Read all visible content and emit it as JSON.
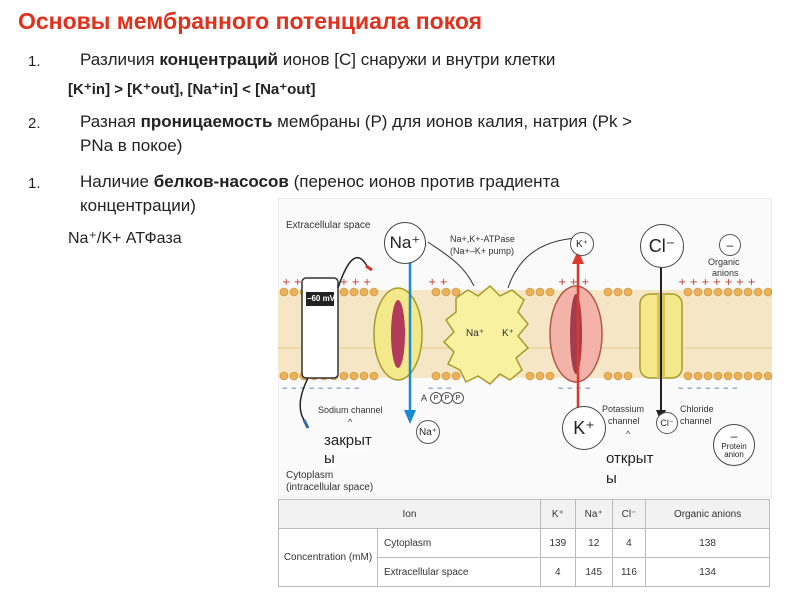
{
  "title": "Основы мембранного потенциала покоя",
  "points": [
    {
      "num": "1.",
      "prefix": "Различия ",
      "bold": "концентраций",
      "suffix": " ионов [C] снаружи и внутри клетки"
    },
    {
      "num": "2.",
      "prefix": "Разная ",
      "bold": "проницаемость",
      "suffix": " мембраны (P) для ионов калия, натрия (Pk >",
      "line2": "PNa в покое)"
    },
    {
      "num": "1.",
      "prefix": "Наличие ",
      "bold": "белков-насосов",
      "suffix": " (перенос ионов против градиента",
      "line2": "концентрации)"
    }
  ],
  "formula": "[K⁺in] > [K⁺out], [Na⁺in] < [Na⁺out]",
  "pump_label": "Na⁺/K+ АТФаза",
  "diagram": {
    "extracellular": "Extracellular space",
    "cytoplasm_1": "Cytoplasm",
    "cytoplasm_2": "(intracellular space)",
    "voltage": "–60 mV",
    "na_ion": "Na⁺",
    "k_ion": "K⁺",
    "cl_ion": "Cl⁻",
    "organic_sign": "–",
    "organic_1": "Organic",
    "organic_2": "anions",
    "pump_1": "Na+,K+-ATPase",
    "pump_2": "(Na+–K+ pump)",
    "pump_na": "Na⁺",
    "pump_k": "K⁺",
    "sodium_channel": "Sodium channel",
    "potassium_1": "Potassium",
    "potassium_2": "channel",
    "chloride_1": "Chloride",
    "chloride_2": "channel",
    "protein_sign": "–",
    "protein_1": "Protein",
    "protein_2": "anion",
    "atp_a": "A",
    "atp_p": "P",
    "k_small": "K⁺",
    "na_small": "Na⁺",
    "cl_small": "Cl⁻",
    "k_big_bottom": "K⁺",
    "caret": "^",
    "closed_1": "закрыт",
    "closed_2": "ы",
    "open_1": "открыт",
    "open_2": "ы"
  },
  "table": {
    "header": [
      "Ion",
      "K⁺",
      "Na⁺",
      "Cl⁻",
      "Organic anions"
    ],
    "row_label": "Concentration (mM)",
    "rows": [
      {
        "name": "Cytoplasm",
        "values": [
          "139",
          "12",
          "4",
          "138"
        ]
      },
      {
        "name": "Extracellular space",
        "values": [
          "4",
          "145",
          "116",
          "134"
        ]
      }
    ]
  }
}
